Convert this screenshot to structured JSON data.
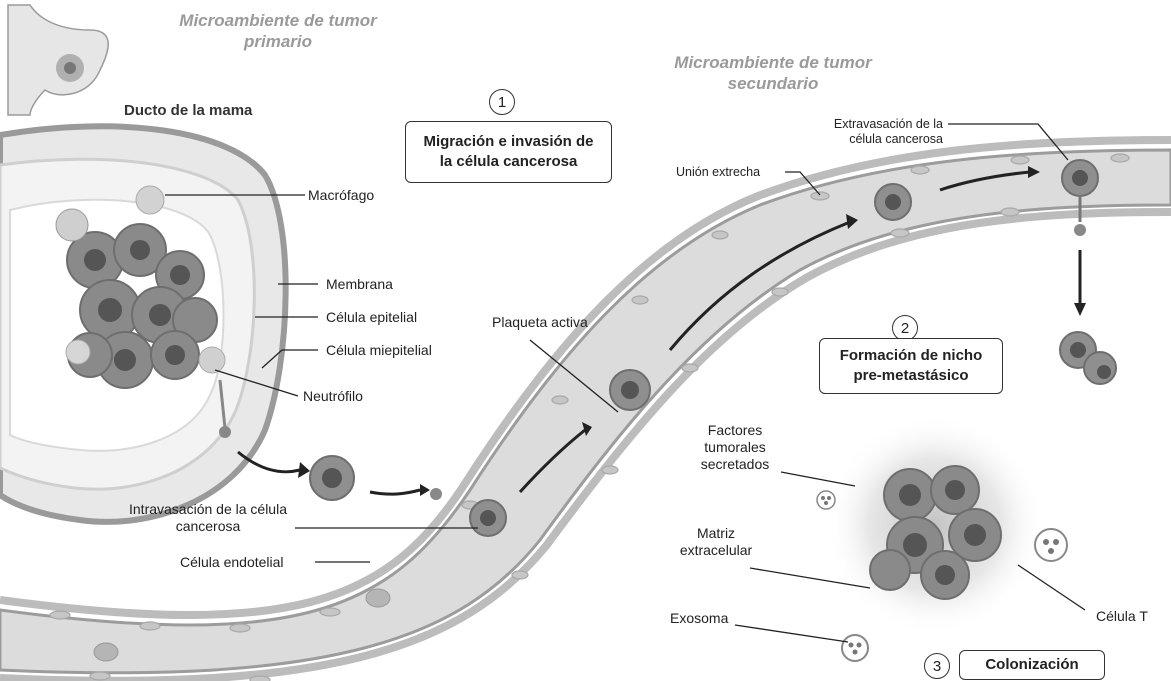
{
  "titles": {
    "primary_tumor": "Microambiente de tumor primario",
    "secondary_tumor": "Microambiente de tumor secundario",
    "breast_duct": "Ducto de la mama"
  },
  "steps": [
    {
      "number": "1",
      "label": "Migración e invasión de la célula cancerosa"
    },
    {
      "number": "2",
      "label": "Formación de nicho pre-metastásico"
    },
    {
      "number": "3",
      "label": "Colonización"
    }
  ],
  "labels": {
    "macrophage": "Macrófago",
    "membrane": "Membrana",
    "epithelial_cell": "Célula epitelial",
    "myoepithelial_cell": "Célula miepitelial",
    "neutrophil": "Neutrófilo",
    "intravasation": "Intravasación de la célula cancerosa",
    "endothelial_cell": "Célula endotelial",
    "active_platelet": "Plaqueta activa",
    "tight_junction": "Unión extrecha",
    "extravasation": "Extravasación de la célula cancerosa",
    "secreted_factors": "Factores tumorales secretados",
    "extracellular_matrix": "Matriz extracelular",
    "exosome": "Exosoma",
    "t_cell": "Célula T"
  }
}
